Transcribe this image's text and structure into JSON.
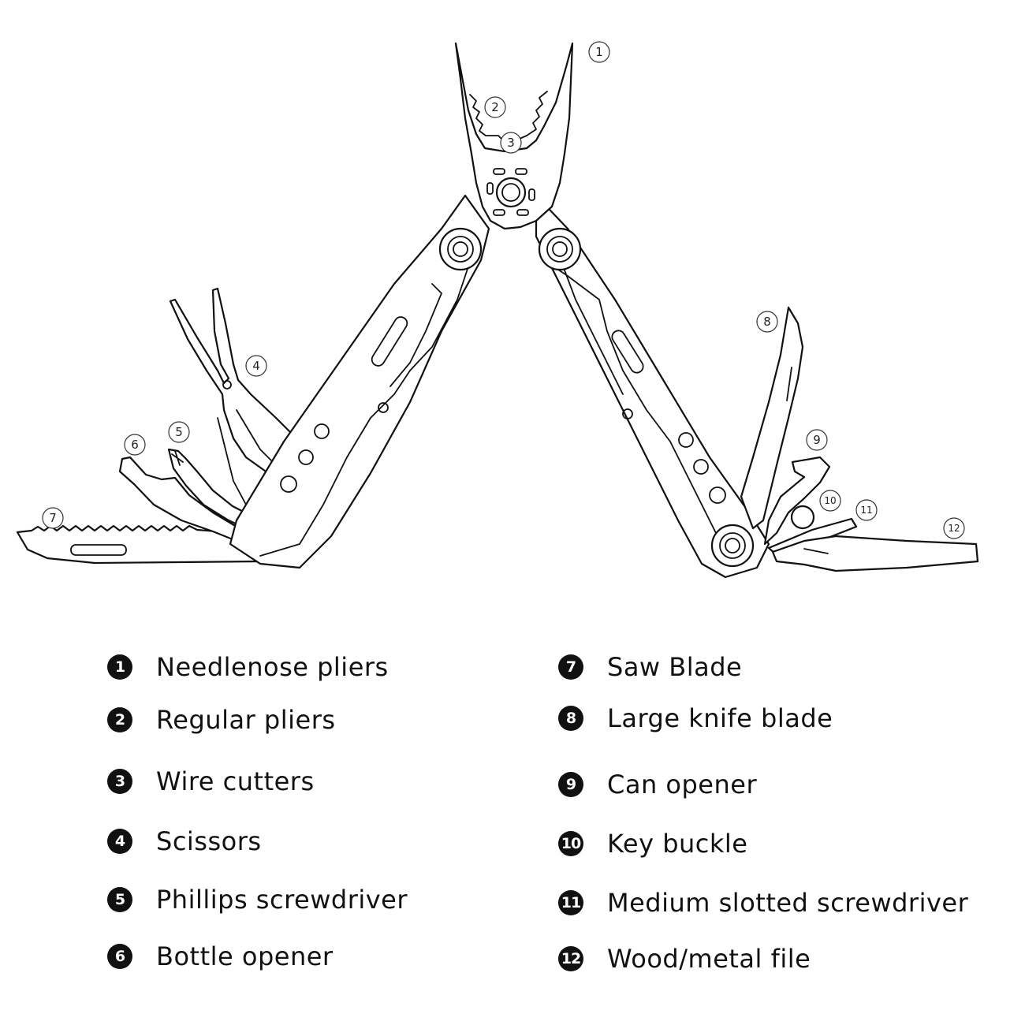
{
  "callouts": [
    "1",
    "2",
    "3",
    "4",
    "5",
    "6",
    "7",
    "8",
    "9",
    "10",
    "11",
    "12"
  ],
  "legend": [
    {
      "number": "1",
      "label": "Needlenose pliers"
    },
    {
      "number": "2",
      "label": "Regular pliers"
    },
    {
      "number": "3",
      "label": "Wire cutters"
    },
    {
      "number": "4",
      "label": "Scissors"
    },
    {
      "number": "5",
      "label": "Phillips screwdriver"
    },
    {
      "number": "6",
      "label": "Bottle opener"
    },
    {
      "number": "7",
      "label": "Saw Blade"
    },
    {
      "number": "8",
      "label": "Large knife blade"
    },
    {
      "number": "9",
      "label": "Can opener"
    },
    {
      "number": "10",
      "label": "Key buckle"
    },
    {
      "number": "11",
      "label": "Medium slotted screwdriver"
    },
    {
      "number": "12",
      "label": "Wood/metal file"
    }
  ]
}
